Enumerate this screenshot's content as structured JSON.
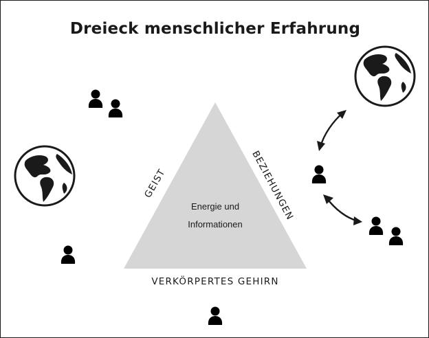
{
  "diagram": {
    "title": "Dreieck menschlicher Erfahrung",
    "sides": {
      "left": "GEIST",
      "right": "BEZIEHUNGEN",
      "bottom": "VERKÖRPERTES GEHIRN"
    },
    "center": {
      "line1": "Energie und",
      "line2": "Informationen"
    },
    "colors": {
      "triangle": "#d6d6d6",
      "ink": "#1a1a1a",
      "background": "#ffffff"
    },
    "icons": [
      "globe-icon",
      "person-icon",
      "double-arrow-icon"
    ]
  }
}
